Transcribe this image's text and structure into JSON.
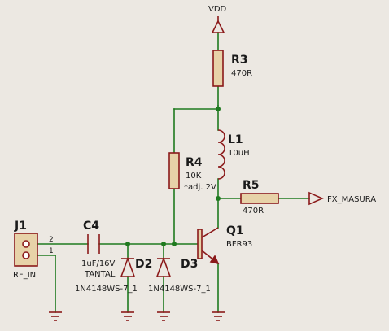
{
  "power": {
    "vdd": "VDD"
  },
  "components": {
    "r3": {
      "ref": "R3",
      "value": "470R"
    },
    "l1": {
      "ref": "L1",
      "value": "10uH"
    },
    "r4": {
      "ref": "R4",
      "value": "10K",
      "note": "*adj. 2V"
    },
    "r5": {
      "ref": "R5",
      "value": "470R"
    },
    "q1": {
      "ref": "Q1",
      "value": "BFR93"
    },
    "j1": {
      "ref": "J1",
      "value": "RF_IN",
      "pin_top": "2",
      "pin_bottom": "1"
    },
    "c4": {
      "ref": "C4",
      "value": "1uF/16V",
      "type": "TANTAL"
    },
    "d2": {
      "ref": "D2",
      "value": "1N4148WS-7_1"
    },
    "d3": {
      "ref": "D3",
      "value": "1N4148WS-7_1"
    }
  },
  "nets": {
    "output": "FX_MASURA"
  },
  "colors": {
    "wire": "#1f7a1f",
    "component": "#8b1a1a",
    "body_fill": "#e7d2a8",
    "background": "#ece8e2"
  }
}
